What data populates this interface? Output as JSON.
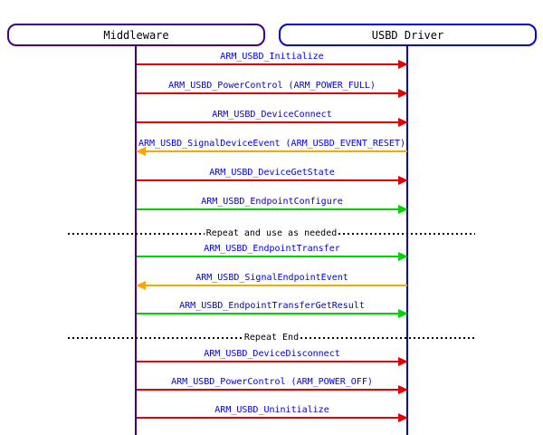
{
  "diagram": {
    "type": "sequence-diagram",
    "participants": [
      {
        "id": "middleware",
        "label": "Middleware",
        "border_color": "#400085",
        "lifeline_color": "#400085"
      },
      {
        "id": "usbd-driver",
        "label": "USBD Driver",
        "border_color": "#0000dd",
        "lifeline_color": "#0000dd"
      }
    ],
    "colors": {
      "red": "#e60000",
      "green": "#00d400",
      "orange": "#ffa500",
      "label_text": "#0000dd",
      "divider_text": "#000000"
    },
    "rows": [
      {
        "type": "message",
        "label": "ARM_USBD_Initialize",
        "color": "red",
        "direction": "right"
      },
      {
        "type": "message",
        "label": "ARM_USBD_PowerControl (ARM_POWER_FULL)",
        "color": "red",
        "direction": "right"
      },
      {
        "type": "message",
        "label": "ARM_USBD_DeviceConnect",
        "color": "red",
        "direction": "right"
      },
      {
        "type": "message",
        "label": "ARM_USBD_SignalDeviceEvent (ARM_USBD_EVENT_RESET)",
        "color": "orange",
        "direction": "left"
      },
      {
        "type": "message",
        "label": "ARM_USBD_DeviceGetState",
        "color": "red",
        "direction": "right"
      },
      {
        "type": "message",
        "label": "ARM_USBD_EndpointConfigure",
        "color": "green",
        "direction": "right"
      },
      {
        "type": "divider",
        "label": "Repeat and use as needed"
      },
      {
        "type": "message",
        "label": "ARM_USBD_EndpointTransfer",
        "color": "green",
        "direction": "right"
      },
      {
        "type": "message",
        "label": "ARM_USBD_SignalEndpointEvent",
        "color": "orange",
        "direction": "left"
      },
      {
        "type": "message",
        "label": "ARM_USBD_EndpointTransferGetResult",
        "color": "green",
        "direction": "right"
      },
      {
        "type": "divider",
        "label": "Repeat End"
      },
      {
        "type": "message",
        "label": "ARM_USBD_DeviceDisconnect",
        "color": "red",
        "direction": "right"
      },
      {
        "type": "message",
        "label": "ARM_USBD_PowerControl (ARM_POWER_OFF)",
        "color": "red",
        "direction": "right"
      },
      {
        "type": "message",
        "label": "ARM_USBD_Uninitialize",
        "color": "red",
        "direction": "right"
      }
    ]
  }
}
